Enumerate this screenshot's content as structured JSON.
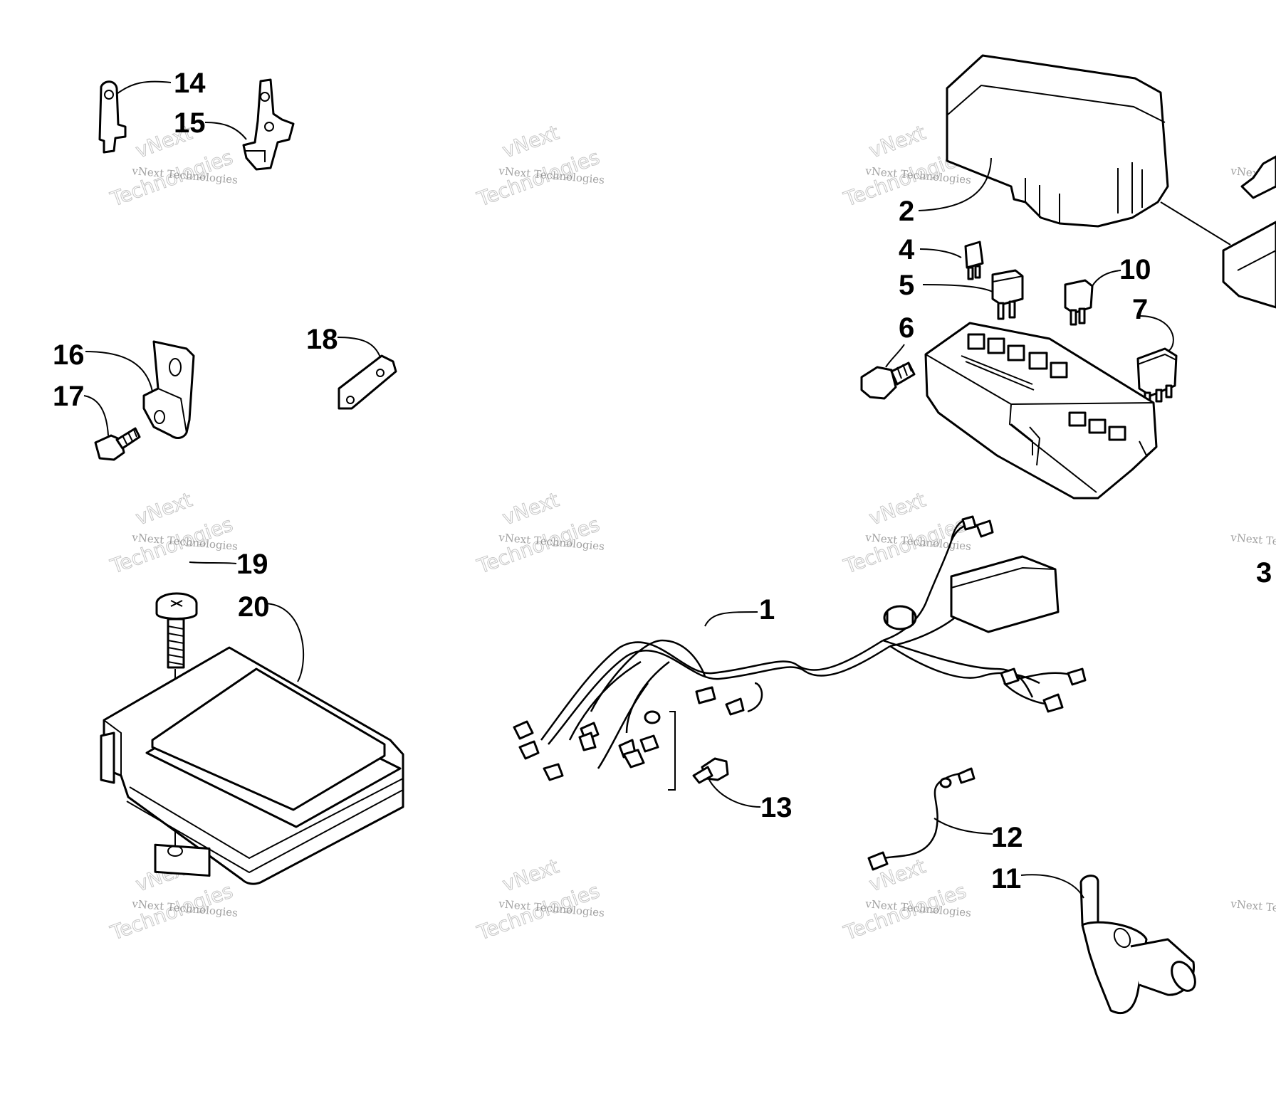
{
  "callouts": {
    "c1": "1",
    "c2": "2",
    "c3": "3",
    "c4": "4",
    "c5": "5",
    "c6": "6",
    "c7": "7",
    "c10": "10",
    "c11": "11",
    "c12": "12",
    "c13": "13",
    "c14": "14",
    "c15": "15",
    "c16": "16",
    "c17": "17",
    "c18": "18",
    "c19": "19",
    "c20": "20"
  },
  "watermark": {
    "brand_small": "vNext Technologies",
    "brand_large_top": "vNext",
    "brand_large_bottom": "Technologies"
  }
}
